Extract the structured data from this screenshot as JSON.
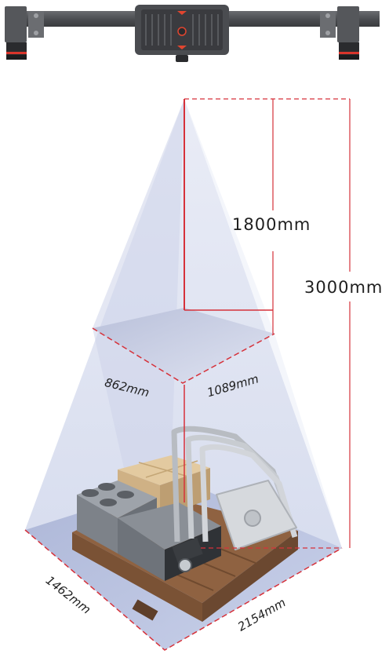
{
  "labels": {
    "height_near": "1800mm",
    "height_far": "3000mm",
    "near_width": "862mm",
    "near_depth": "1089mm",
    "far_width": "1462mm",
    "far_depth": "2154mm"
  },
  "colors": {
    "frustum_fill": "#dfe4f2",
    "frustum_shade": "#c7cfe6",
    "dim_line_red": "#d6313a",
    "camera_body": "#56585c",
    "camera_dark": "#2b2c2f",
    "accent_red": "#e0452f",
    "pallet_wood": "#9a6b45",
    "box_cardboard": "#d8bd91",
    "metal_grey": "#b8bcc2"
  },
  "icons": [
    "3d-camera-icon",
    "pallet-icon",
    "cardboard-box-icon",
    "engine-block-icon",
    "car-door-icon"
  ]
}
